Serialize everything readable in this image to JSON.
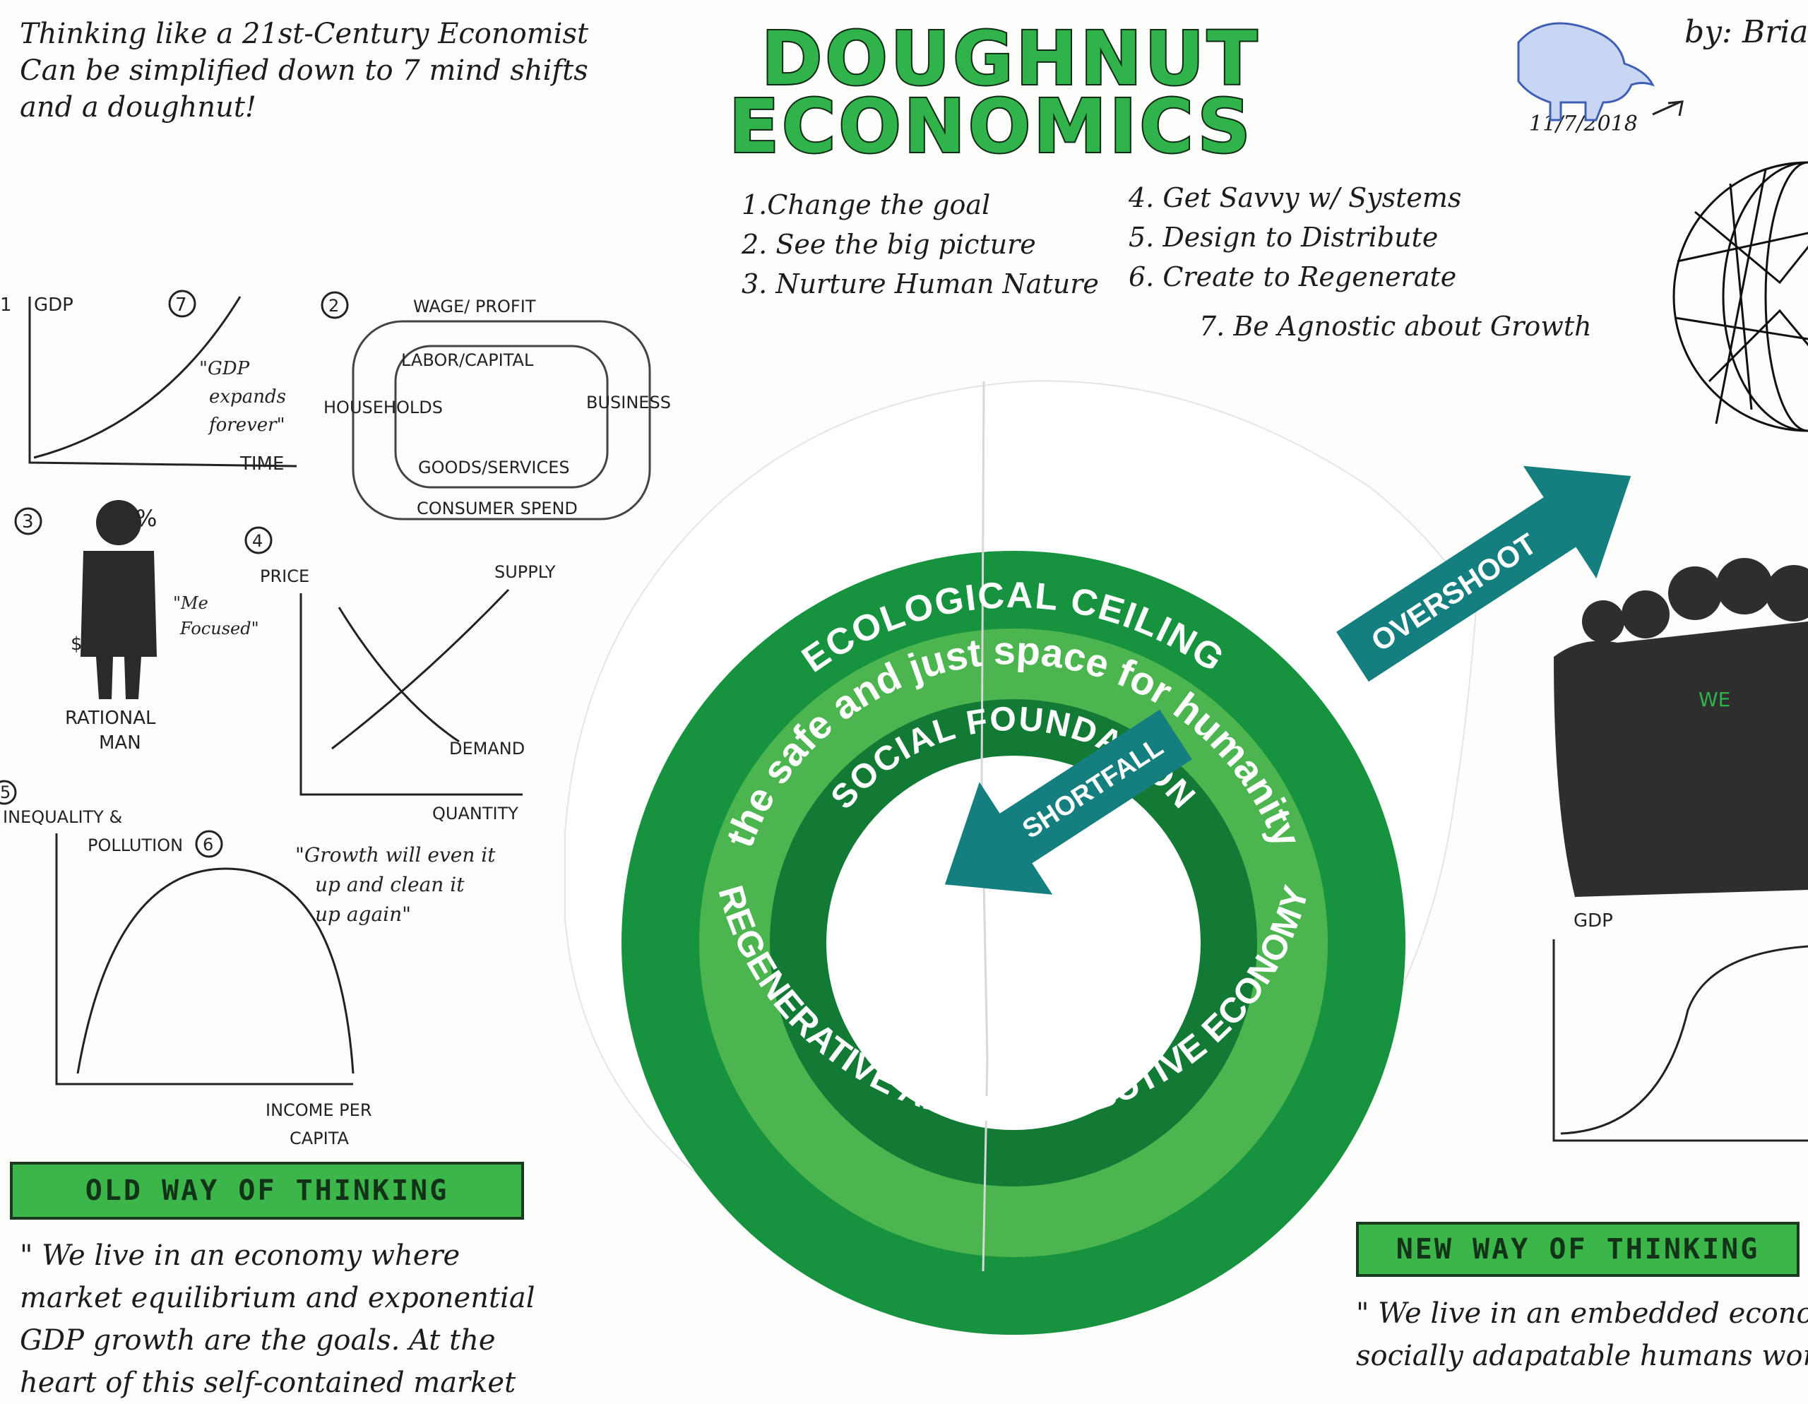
{
  "intro": [
    "Thinking like a 21st-Century Economist",
    "Can be simplified down to 7 mind shifts",
    "and a doughnut!"
  ],
  "title": [
    "DOUGHNUT",
    "ECONOMICS"
  ],
  "author": "by: Bria",
  "date": "11/7/2018",
  "shifts": [
    "1.Change the goal",
    "2. See the big picture",
    "3. Nurture Human Nature",
    "4. Get Savvy w/ Systems",
    "5. Design to Distribute",
    "6. Create to Regenerate",
    "7. Be Agnostic about Growth"
  ],
  "doughnut": {
    "ceiling": "ECOLOGICAL CEILING",
    "space": "the safe and just space for humanity",
    "foundation": "SOCIAL FOUNDATION",
    "economy": "REGENERATIVE AND DISTRIBUTIVE ECONOMY",
    "overshoot": "OVERSHOOT",
    "shortfall": "SHORTFALL",
    "colors": {
      "outer": "#17933f",
      "middle": "#4cb54f",
      "inner": "#137a36",
      "arrow": "#147f7e"
    }
  },
  "sketches": {
    "s1": {
      "num": "1",
      "ylabel": "GDP",
      "xlabel": "TIME",
      "badge": "7",
      "quote": [
        "\"GDP",
        "expands",
        "forever\""
      ]
    },
    "s2": {
      "num": "2",
      "top": "WAGE/ PROFIT",
      "inner_top": "LABOR/CAPITAL",
      "left": "HOUSEHOLDS",
      "right": "BUSINESS",
      "inner_bottom": "GOODS/SERVICES",
      "bottom": "CONSUMER SPEND"
    },
    "s3": {
      "num": "3",
      "percent": "%",
      "dollar": "$",
      "quote": [
        "\"Me",
        "Focused\""
      ],
      "caption": [
        "RATIONAL",
        "MAN"
      ]
    },
    "s4": {
      "num": "4",
      "ylabel": "PRICE",
      "supply": "SUPPLY",
      "demand": "DEMAND",
      "xlabel": "QUANTITY"
    },
    "s5": {
      "num": "5",
      "ylabel": [
        "INEQUALITY &",
        "POLLUTION"
      ],
      "badge": "6",
      "xlabel": [
        "INCOME PER",
        "CAPITA"
      ],
      "quote": [
        "\"Growth will even it",
        "up and clean it",
        "up again\""
      ]
    },
    "right_chart": {
      "ylabel": "GDP"
    },
    "crowd": {
      "label": "WE"
    }
  },
  "old_way": {
    "banner": "OLD WAY OF THINKING",
    "text": [
      "\" We live in an economy where",
      "market equilibrium and exponential",
      "GDP growth are the goals. At the",
      "heart of this self-contained market"
    ]
  },
  "new_way": {
    "banner": "NEW WAY OF THINKING",
    "text": [
      "\" We live in an embedded econon",
      "socially adapatable humans wor"
    ]
  }
}
